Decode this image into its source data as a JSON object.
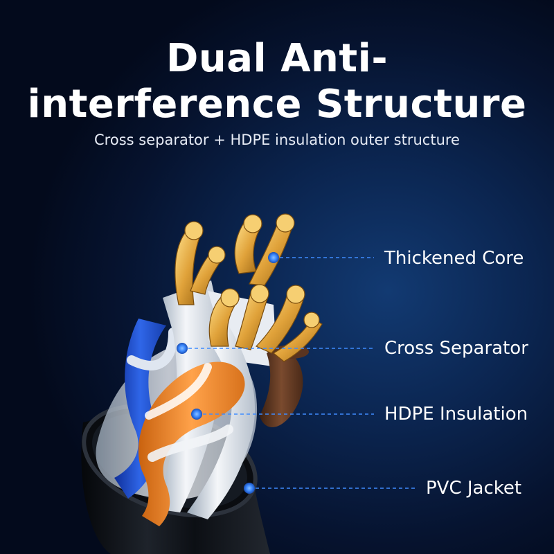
{
  "headline": {
    "line1": "Dual Anti-",
    "line2": "interference Structure"
  },
  "subheadline": "Cross separator + HDPE insulation outer structure",
  "callouts": [
    {
      "label": "Thickened Core"
    },
    {
      "label": "Cross Separator"
    },
    {
      "label": "HDPE Insulation"
    },
    {
      "label": "PVC Jacket"
    }
  ],
  "colors": {
    "background": "#0b2550",
    "callout_dot": "#3f8cff",
    "copper": "#e0a23a",
    "jacket": "#111419"
  }
}
